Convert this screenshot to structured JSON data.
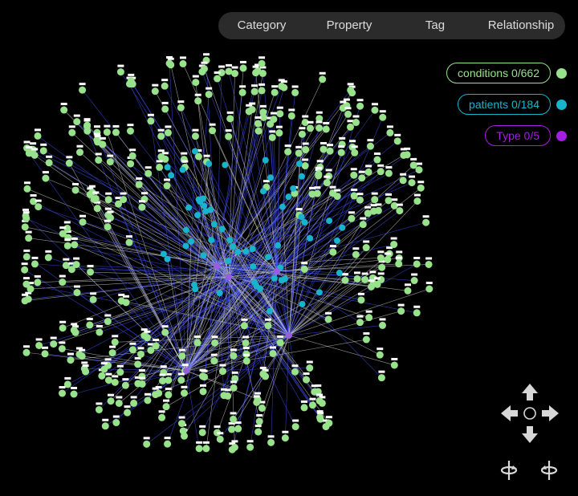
{
  "tabs": [
    "Category",
    "Property",
    "Tag",
    "Relationship"
  ],
  "active_tab": 0,
  "legend": [
    {
      "label": "conditions 0/662",
      "color": "#98e28c"
    },
    {
      "label": "patients 0/184",
      "color": "#18b4cc"
    },
    {
      "label": "Type 0/5",
      "color": "#a41fe0"
    }
  ],
  "graph": {
    "edge_colors": [
      "#3f4df0",
      "#c8c8c8"
    ],
    "hub_color": "#9a5ce0"
  },
  "nav_icons": [
    "arrow-up-icon",
    "arrow-left-icon",
    "center-icon",
    "arrow-right-icon",
    "arrow-down-icon",
    "rotate-left-icon",
    "rotate-right-icon"
  ]
}
